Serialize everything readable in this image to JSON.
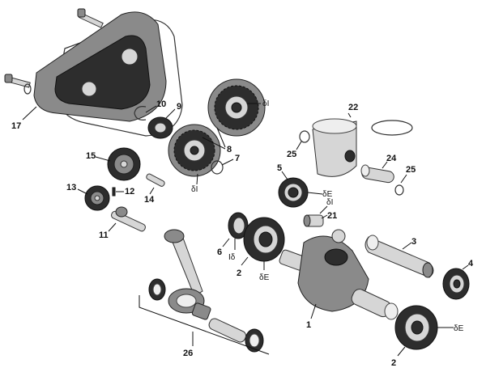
{
  "callouts": {
    "c1": "1",
    "c2a": "2",
    "c2b": "2",
    "c3": "3",
    "c4": "4",
    "c5": "5",
    "c6": "6",
    "c7": "7",
    "c8": "8",
    "c9": "9",
    "c10": "10",
    "c11": "11",
    "c12": "12",
    "c13": "13",
    "c14": "14",
    "c15": "15",
    "c17": "17",
    "c21": "21",
    "c22": "22",
    "c24": "24",
    "c25a": "25",
    "c25b": "25",
    "c26": "26"
  },
  "symbols": {
    "s_gear_top": "δI",
    "s_gear_low": "δI",
    "s_bearing5": "δE",
    "s_needle21": "δI",
    "s_seal6": "Iδ",
    "s_bearing2": "δE",
    "s_bearing2b": "δE"
  }
}
